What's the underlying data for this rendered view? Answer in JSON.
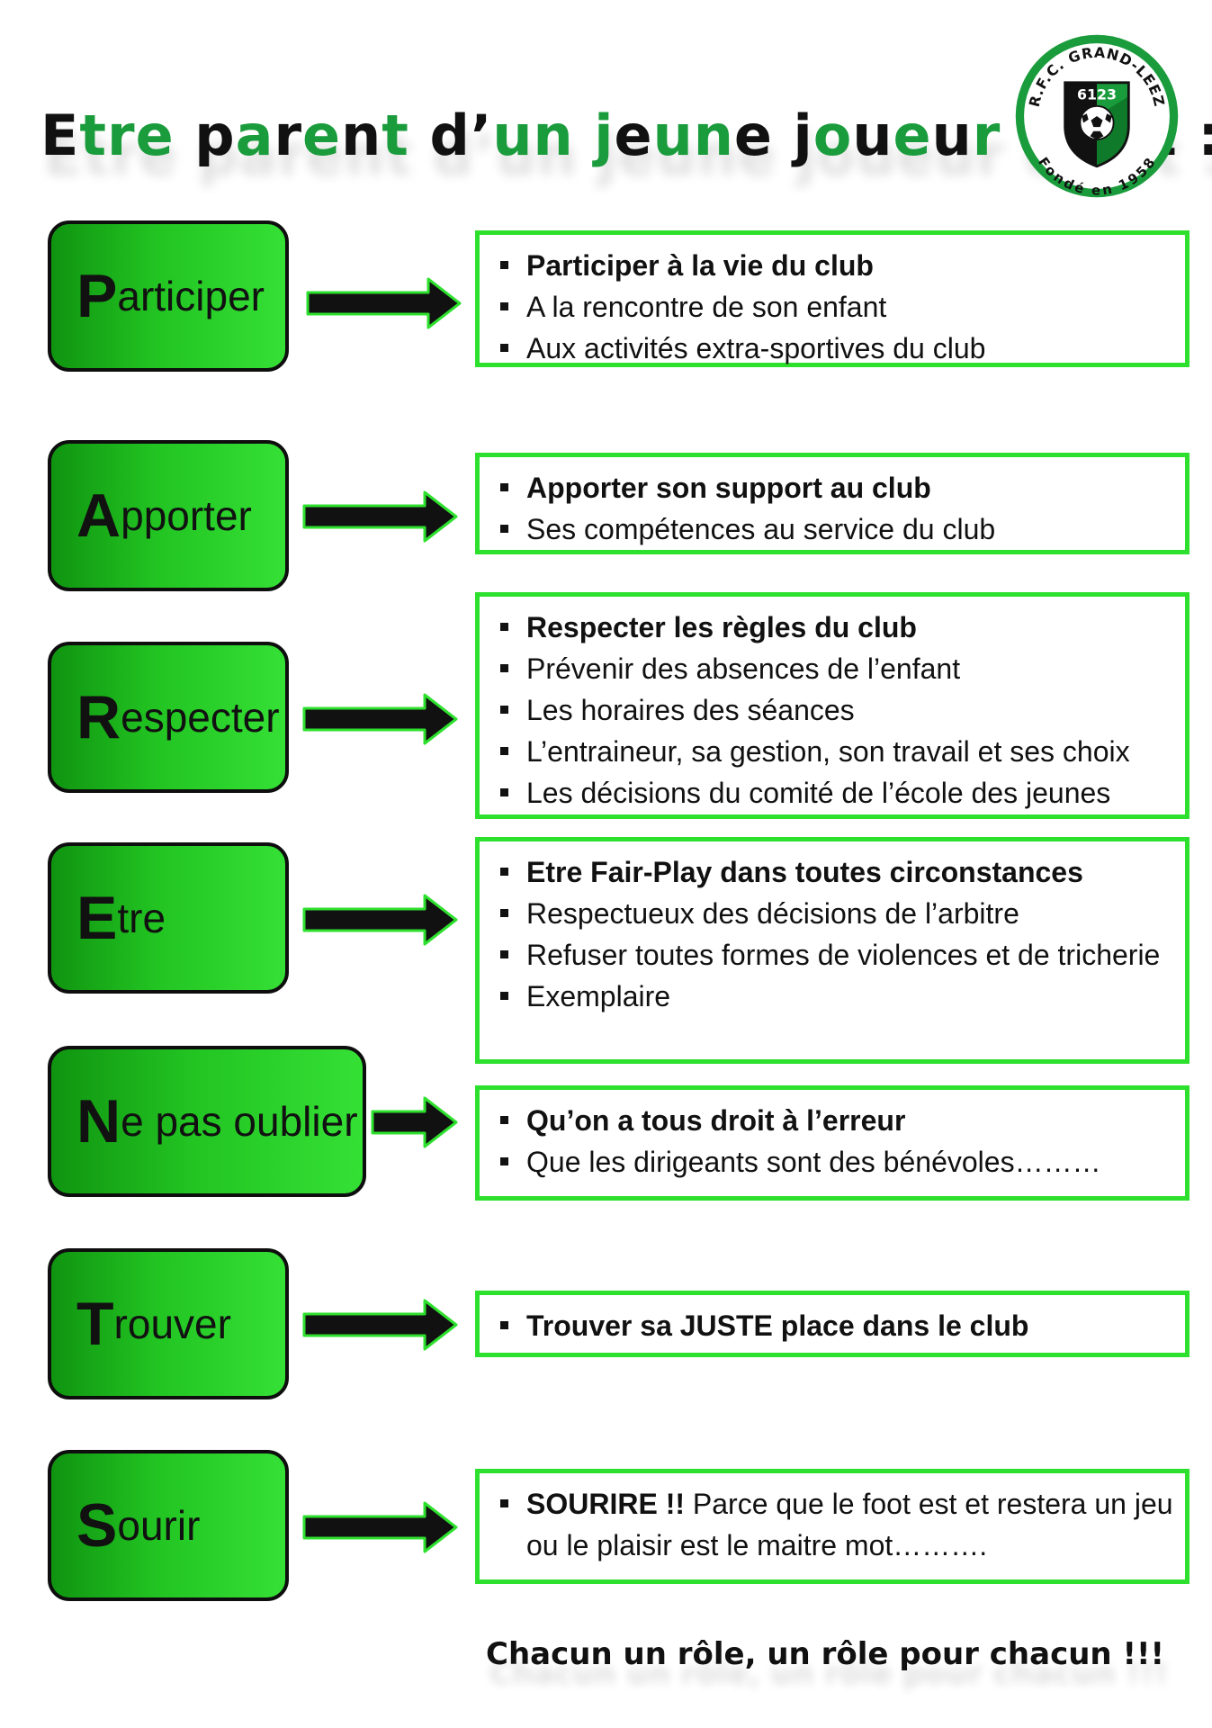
{
  "title": {
    "segments": [
      {
        "text": "E",
        "green": false
      },
      {
        "text": "tre",
        "green": true
      },
      {
        "text": " p",
        "green": false
      },
      {
        "text": "a",
        "green": true
      },
      {
        "text": "r",
        "green": false
      },
      {
        "text": "e",
        "green": true
      },
      {
        "text": "n",
        "green": false
      },
      {
        "text": "t",
        "green": true
      },
      {
        "text": " d’",
        "green": false
      },
      {
        "text": "un",
        "green": true
      },
      {
        "text": " ",
        "green": false
      },
      {
        "text": "j",
        "green": true
      },
      {
        "text": "e",
        "green": false
      },
      {
        "text": "un",
        "green": true
      },
      {
        "text": "e j",
        "green": false
      },
      {
        "text": "o",
        "green": true
      },
      {
        "text": "u",
        "green": false
      },
      {
        "text": "e",
        "green": true
      },
      {
        "text": "u",
        "green": false
      },
      {
        "text": "r",
        "green": true
      },
      {
        "text": " c’",
        "green": false
      },
      {
        "text": "es",
        "green": true
      },
      {
        "text": "t :",
        "green": false
      }
    ]
  },
  "logo": {
    "top_text": "R.F.C. GRAND-LEEZ",
    "number": "6123",
    "bottom_text": "Fondé en 1958"
  },
  "colors": {
    "accent_green": "#2ee02e",
    "box_green": "#22c422",
    "title_green": "#1a9c3c",
    "logo_green": "#1a9c3c"
  },
  "sections": [
    {
      "letter": "P",
      "word": "articiper",
      "items": [
        {
          "text": "Participer à la vie du club",
          "bold": true
        },
        {
          "text": "A la rencontre de son enfant",
          "bold": false
        },
        {
          "text": "Aux activités extra-sportives du club",
          "bold": false
        }
      ]
    },
    {
      "letter": "A",
      "word": "pporter",
      "items": [
        {
          "text": "Apporter son support au club",
          "bold": true
        },
        {
          "text": "Ses compétences au service du club",
          "bold": false
        }
      ]
    },
    {
      "letter": "R",
      "word": "especter",
      "items": [
        {
          "text": "Respecter les règles du club",
          "bold": true
        },
        {
          "text": "Prévenir des absences de l’enfant",
          "bold": false
        },
        {
          "text": "Les horaires des séances",
          "bold": false
        },
        {
          "text": "L’entraineur, sa gestion, son travail et ses choix",
          "bold": false
        },
        {
          "text": "Les décisions du comité de l’école des jeunes",
          "bold": false
        }
      ]
    },
    {
      "letter": "E",
      "word": "tre",
      "items": [
        {
          "text": "Etre Fair-Play dans toutes circonstances",
          "bold": true
        },
        {
          "text": "Respectueux des décisions de l’arbitre",
          "bold": false
        },
        {
          "text": "Refuser toutes formes de violences et de tricherie",
          "bold": false
        },
        {
          "text": "Exemplaire",
          "bold": false
        }
      ]
    },
    {
      "letter": "N",
      "word": "e pas oublier",
      "items": [
        {
          "text": "Qu’on a tous droit à l’erreur",
          "bold": true
        },
        {
          "text": "Que les dirigeants sont des bénévoles………",
          "bold": false
        }
      ]
    },
    {
      "letter": "T",
      "word": "rouver",
      "items": [
        {
          "text": "Trouver sa JUSTE place dans le club",
          "bold": true
        }
      ]
    },
    {
      "letter": "S",
      "word": "ourir",
      "items": [
        {
          "text": "SOURIRE !!",
          "bold": true,
          "rest": " Parce que le foot est et restera un jeu ou le plaisir est le maitre mot………."
        }
      ]
    }
  ],
  "footer": "Chacun un rôle, un rôle pour chacun !!!"
}
